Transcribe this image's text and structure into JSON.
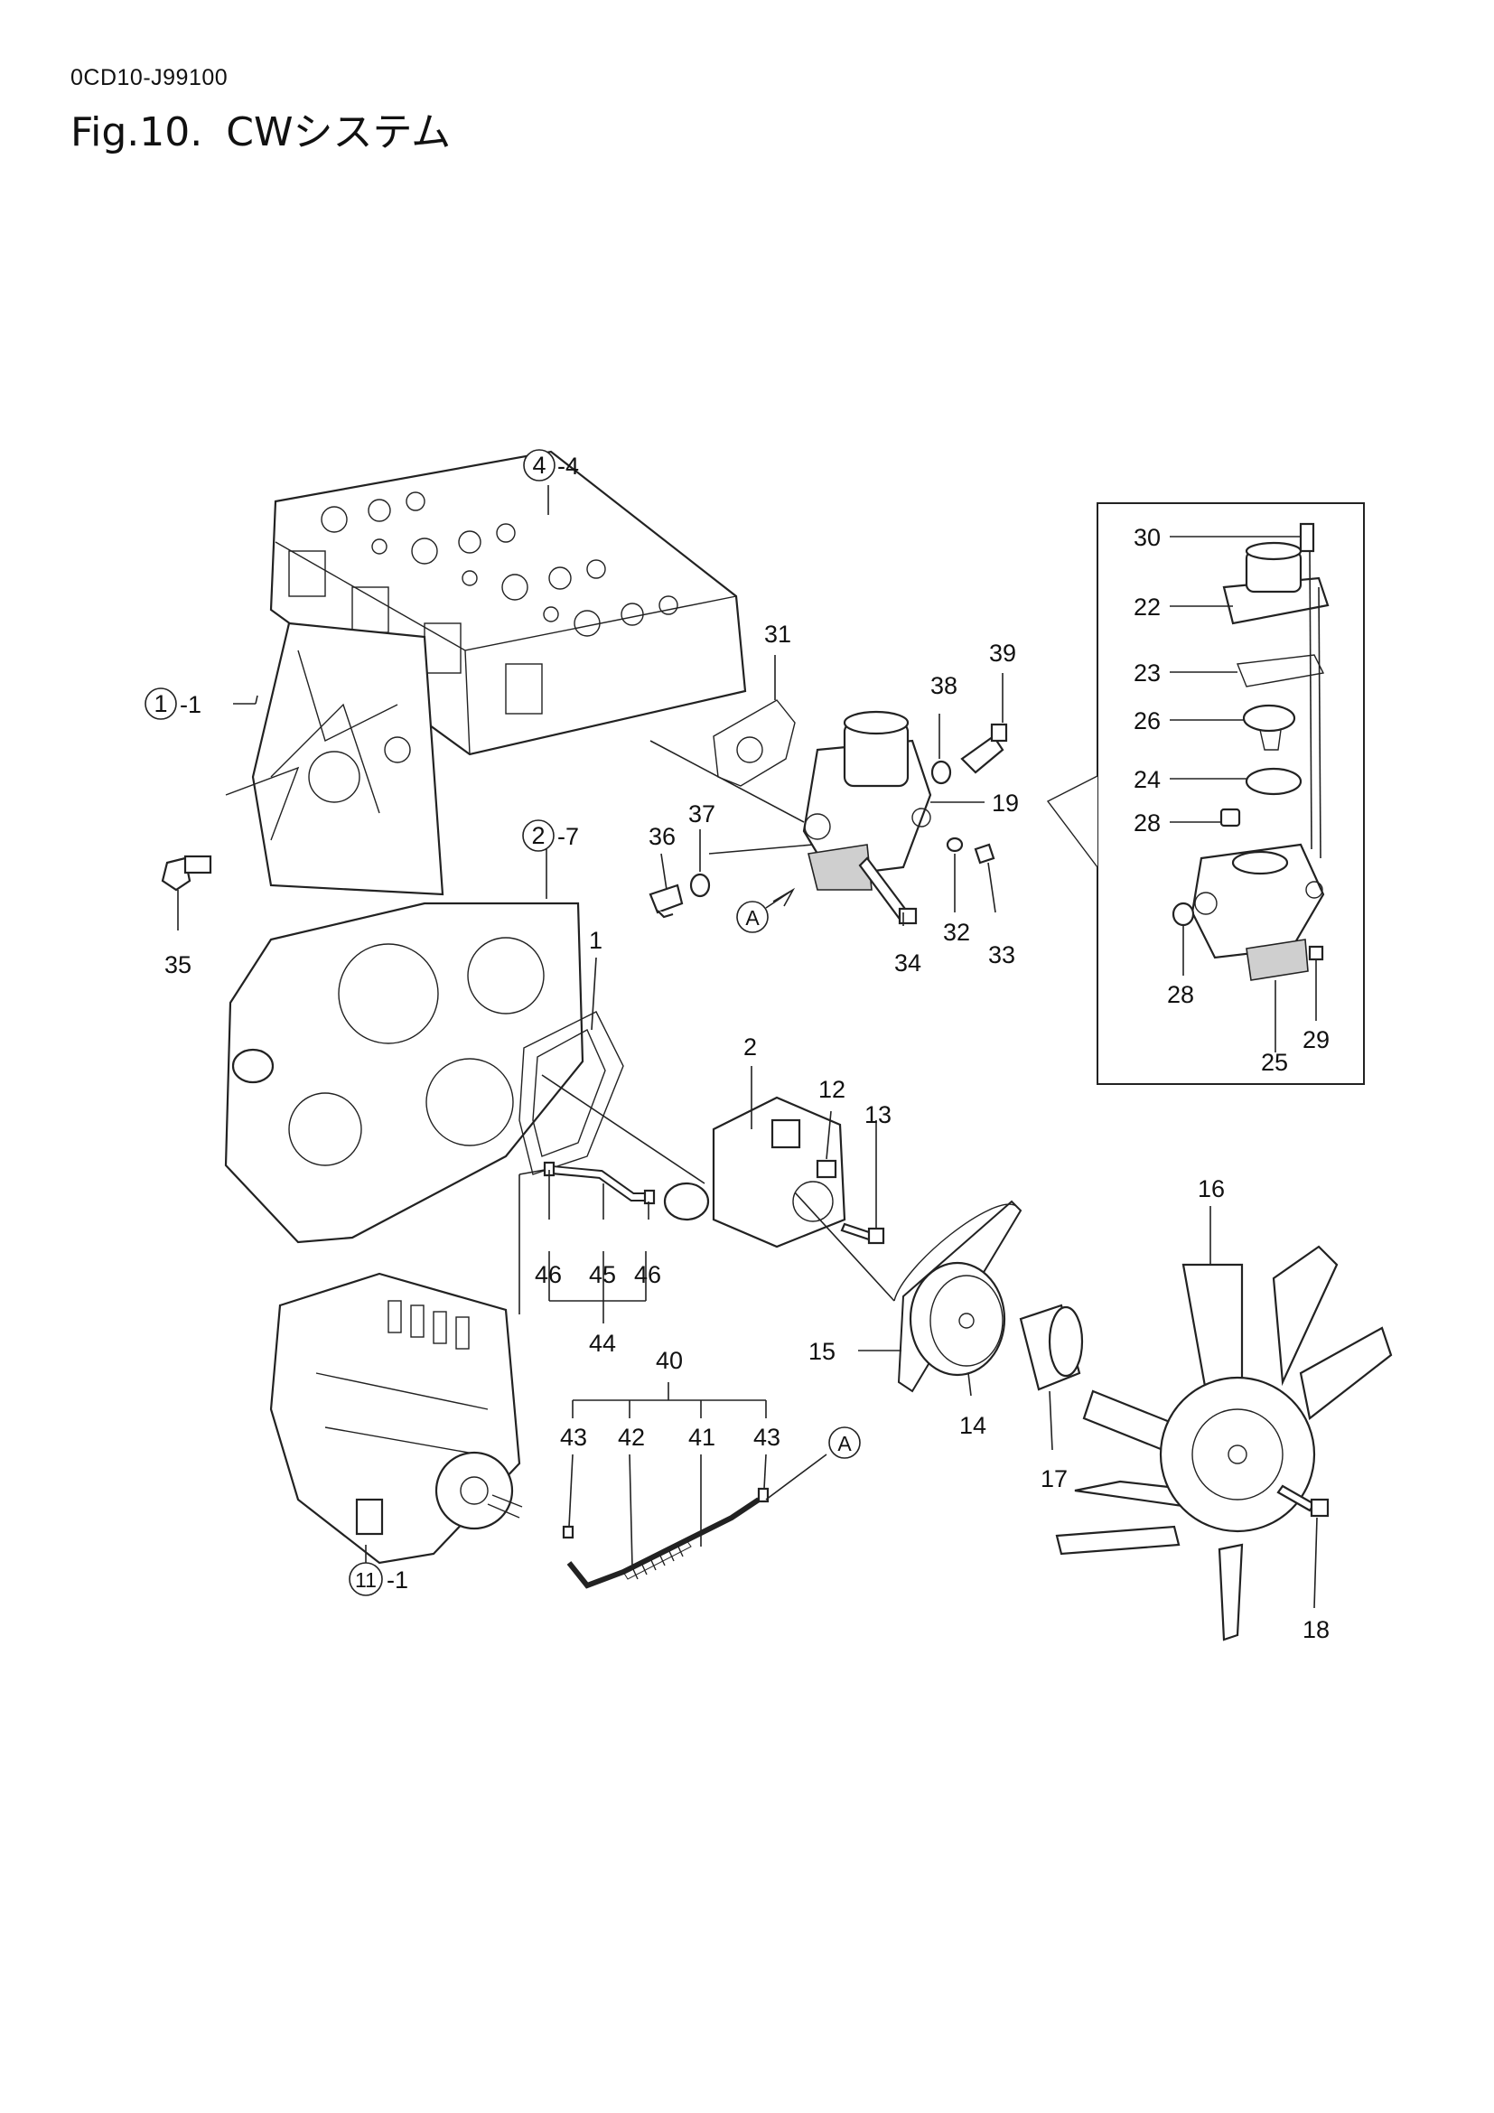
{
  "document_code": "0CD10-J99100",
  "figure": {
    "number": "Fig.10.",
    "title": "CWシステム"
  },
  "callouts": {
    "c1": "1",
    "c2": "2",
    "c12": "12",
    "c13": "13",
    "c14": "14",
    "c15": "15",
    "c16": "16",
    "c17": "17",
    "c18": "18",
    "c19": "19",
    "c22": "22",
    "c23": "23",
    "c24": "24",
    "c25": "25",
    "c26": "26",
    "c28a": "28",
    "c28b": "28",
    "c29": "29",
    "c30": "30",
    "c31": "31",
    "c32": "32",
    "c33": "33",
    "c34": "34",
    "c35": "35",
    "c36": "36",
    "c37": "37",
    "c38": "38",
    "c39": "39",
    "c40": "40",
    "c41": "41",
    "c42": "42",
    "c43a": "43",
    "c43b": "43",
    "c44": "44",
    "c45": "45",
    "c46a": "46",
    "c46b": "46"
  },
  "refs": {
    "r1": {
      "circle": "1",
      "suffix": "-1"
    },
    "r2": {
      "circle": "2",
      "suffix": "-7"
    },
    "r4": {
      "circle": "4",
      "suffix": "-4"
    },
    "r11": {
      "circle": "11",
      "suffix": "-1"
    }
  },
  "connectors": {
    "a1": "A",
    "a2": "A"
  }
}
